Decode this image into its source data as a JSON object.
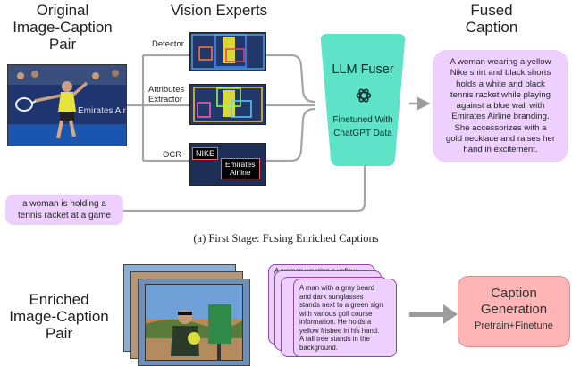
{
  "top": {
    "original_title": "Original\nImage-Caption\nPair",
    "vision_title": "Vision Experts",
    "fused_title": "Fused\nCaption",
    "experts": {
      "detector": "Detector",
      "attributes": "Attributes\nExtractor",
      "ocr": "OCR"
    },
    "ocr_tags": {
      "nike": "NIKE",
      "emirates": "Emirates\nAirline"
    },
    "photo_banner": "Emirates Airline",
    "fuser": {
      "title": "LLM Fuser",
      "subtitle": "Finetuned With\nChatGPT Data",
      "icon": "openai-logo-icon"
    },
    "original_caption": "a woman is holding a\ntennis racket at a game",
    "fused_caption": "A woman wearing a yellow\nNike shirt and black shorts\nholds a white and black\ntennis racket while playing\nagainst a blue wall with\nEmirates Airline branding.\nShe accessorizes with a\ngold necklace and raises her\nhand in excitement.",
    "stage_label": "(a) First Stage: Fusing Enriched Captions"
  },
  "bottom": {
    "enriched_title": "Enriched\nImage-Caption\nPair",
    "card_caption": "A man with a gray beard\nand dark sunglasses\nstands next to a green sign\nwith various golf course\ninformation. He holds a\nyellow frisbee in his hand.\nA tall tree stands in the\nbackground.",
    "card_back_text": "A woman wearing a yellow",
    "generation": {
      "title": "Caption\nGeneration",
      "subtitle": "Pretrain+Finetune"
    }
  },
  "colors": {
    "fuser_fill": "#5fe3c8",
    "caption_fill": "#eed0ff",
    "generation_fill": "#ffb5b5",
    "arrow_gray": "#9c9c9c"
  }
}
